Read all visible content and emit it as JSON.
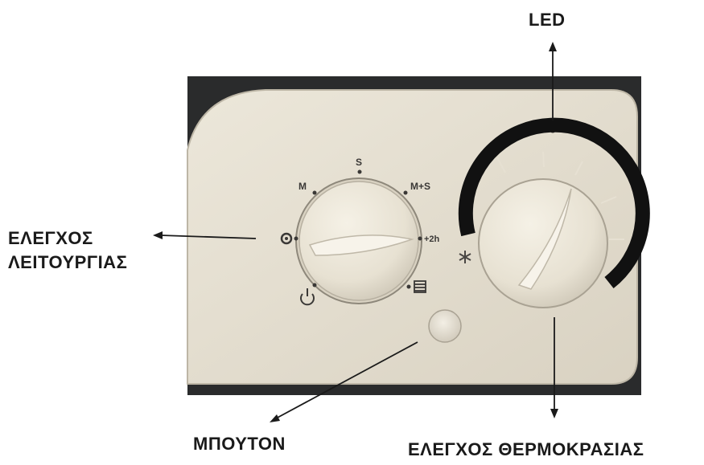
{
  "callouts": {
    "led": "LED",
    "mode_control_line1": "ΕΛΕΓΧΟΣ",
    "mode_control_line2": "ΛΕΙΤΟΥΡΓΙΑΣ",
    "button": "ΜΠΟΥΤΟΝ",
    "temperature_control": "ΕΛΕΓΧΟΣ ΘΕΡΜΟΚΡΑΣΙΑΣ"
  },
  "mode_dial": {
    "positions": {
      "m": "M",
      "s": "S",
      "m_plus_s": "M+S",
      "two_h": "+2h",
      "fan": "fan-icon",
      "standby": "power-icon",
      "schedule": "program-icon"
    }
  },
  "temperature_dial": {
    "min_icon": "snowflake-icon"
  },
  "colors": {
    "panel": "#e6e0d2",
    "dial": "#ece6d8",
    "scale": "#111111",
    "background_frame": "#2a2b2c"
  }
}
